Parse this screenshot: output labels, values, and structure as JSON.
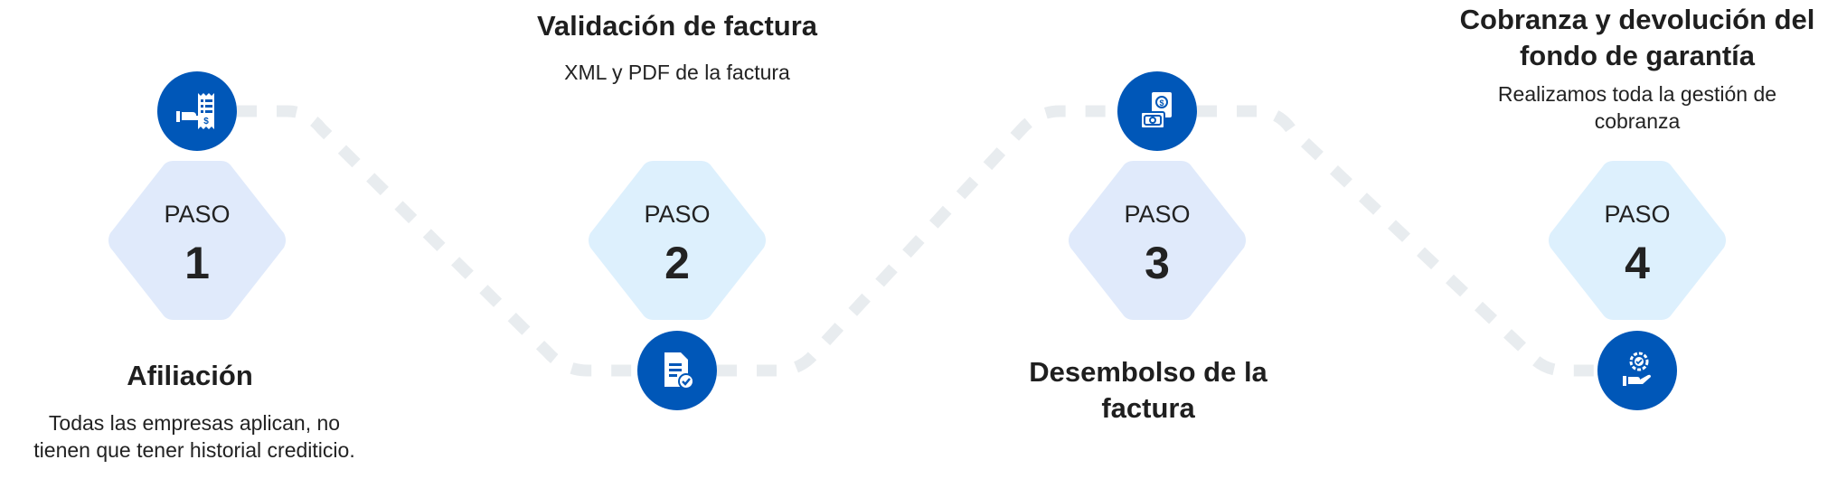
{
  "colors": {
    "accent": "#0057b8",
    "hex_a": "#e0eafb",
    "hex_b": "#ddf0fd",
    "path": "#e8ecef"
  },
  "steps": [
    {
      "paso": "PASO",
      "number": "1",
      "title": "Afiliación",
      "description": "Todas las empresas aplican, no tienen que tener historial crediticio.",
      "icon": "hand-receipt-icon"
    },
    {
      "paso": "PASO",
      "number": "2",
      "title": "Validación de factura",
      "description": "XML y PDF de la factura",
      "icon": "document-check-icon"
    },
    {
      "paso": "PASO",
      "number": "3",
      "title": "Desembolso de la factura",
      "description": "",
      "icon": "money-bills-icon"
    },
    {
      "paso": "PASO",
      "number": "4",
      "title": "Cobranza y devolución del fondo de garantía",
      "description": "Realizamos toda la gestión de cobranza",
      "icon": "hand-badge-icon"
    }
  ]
}
